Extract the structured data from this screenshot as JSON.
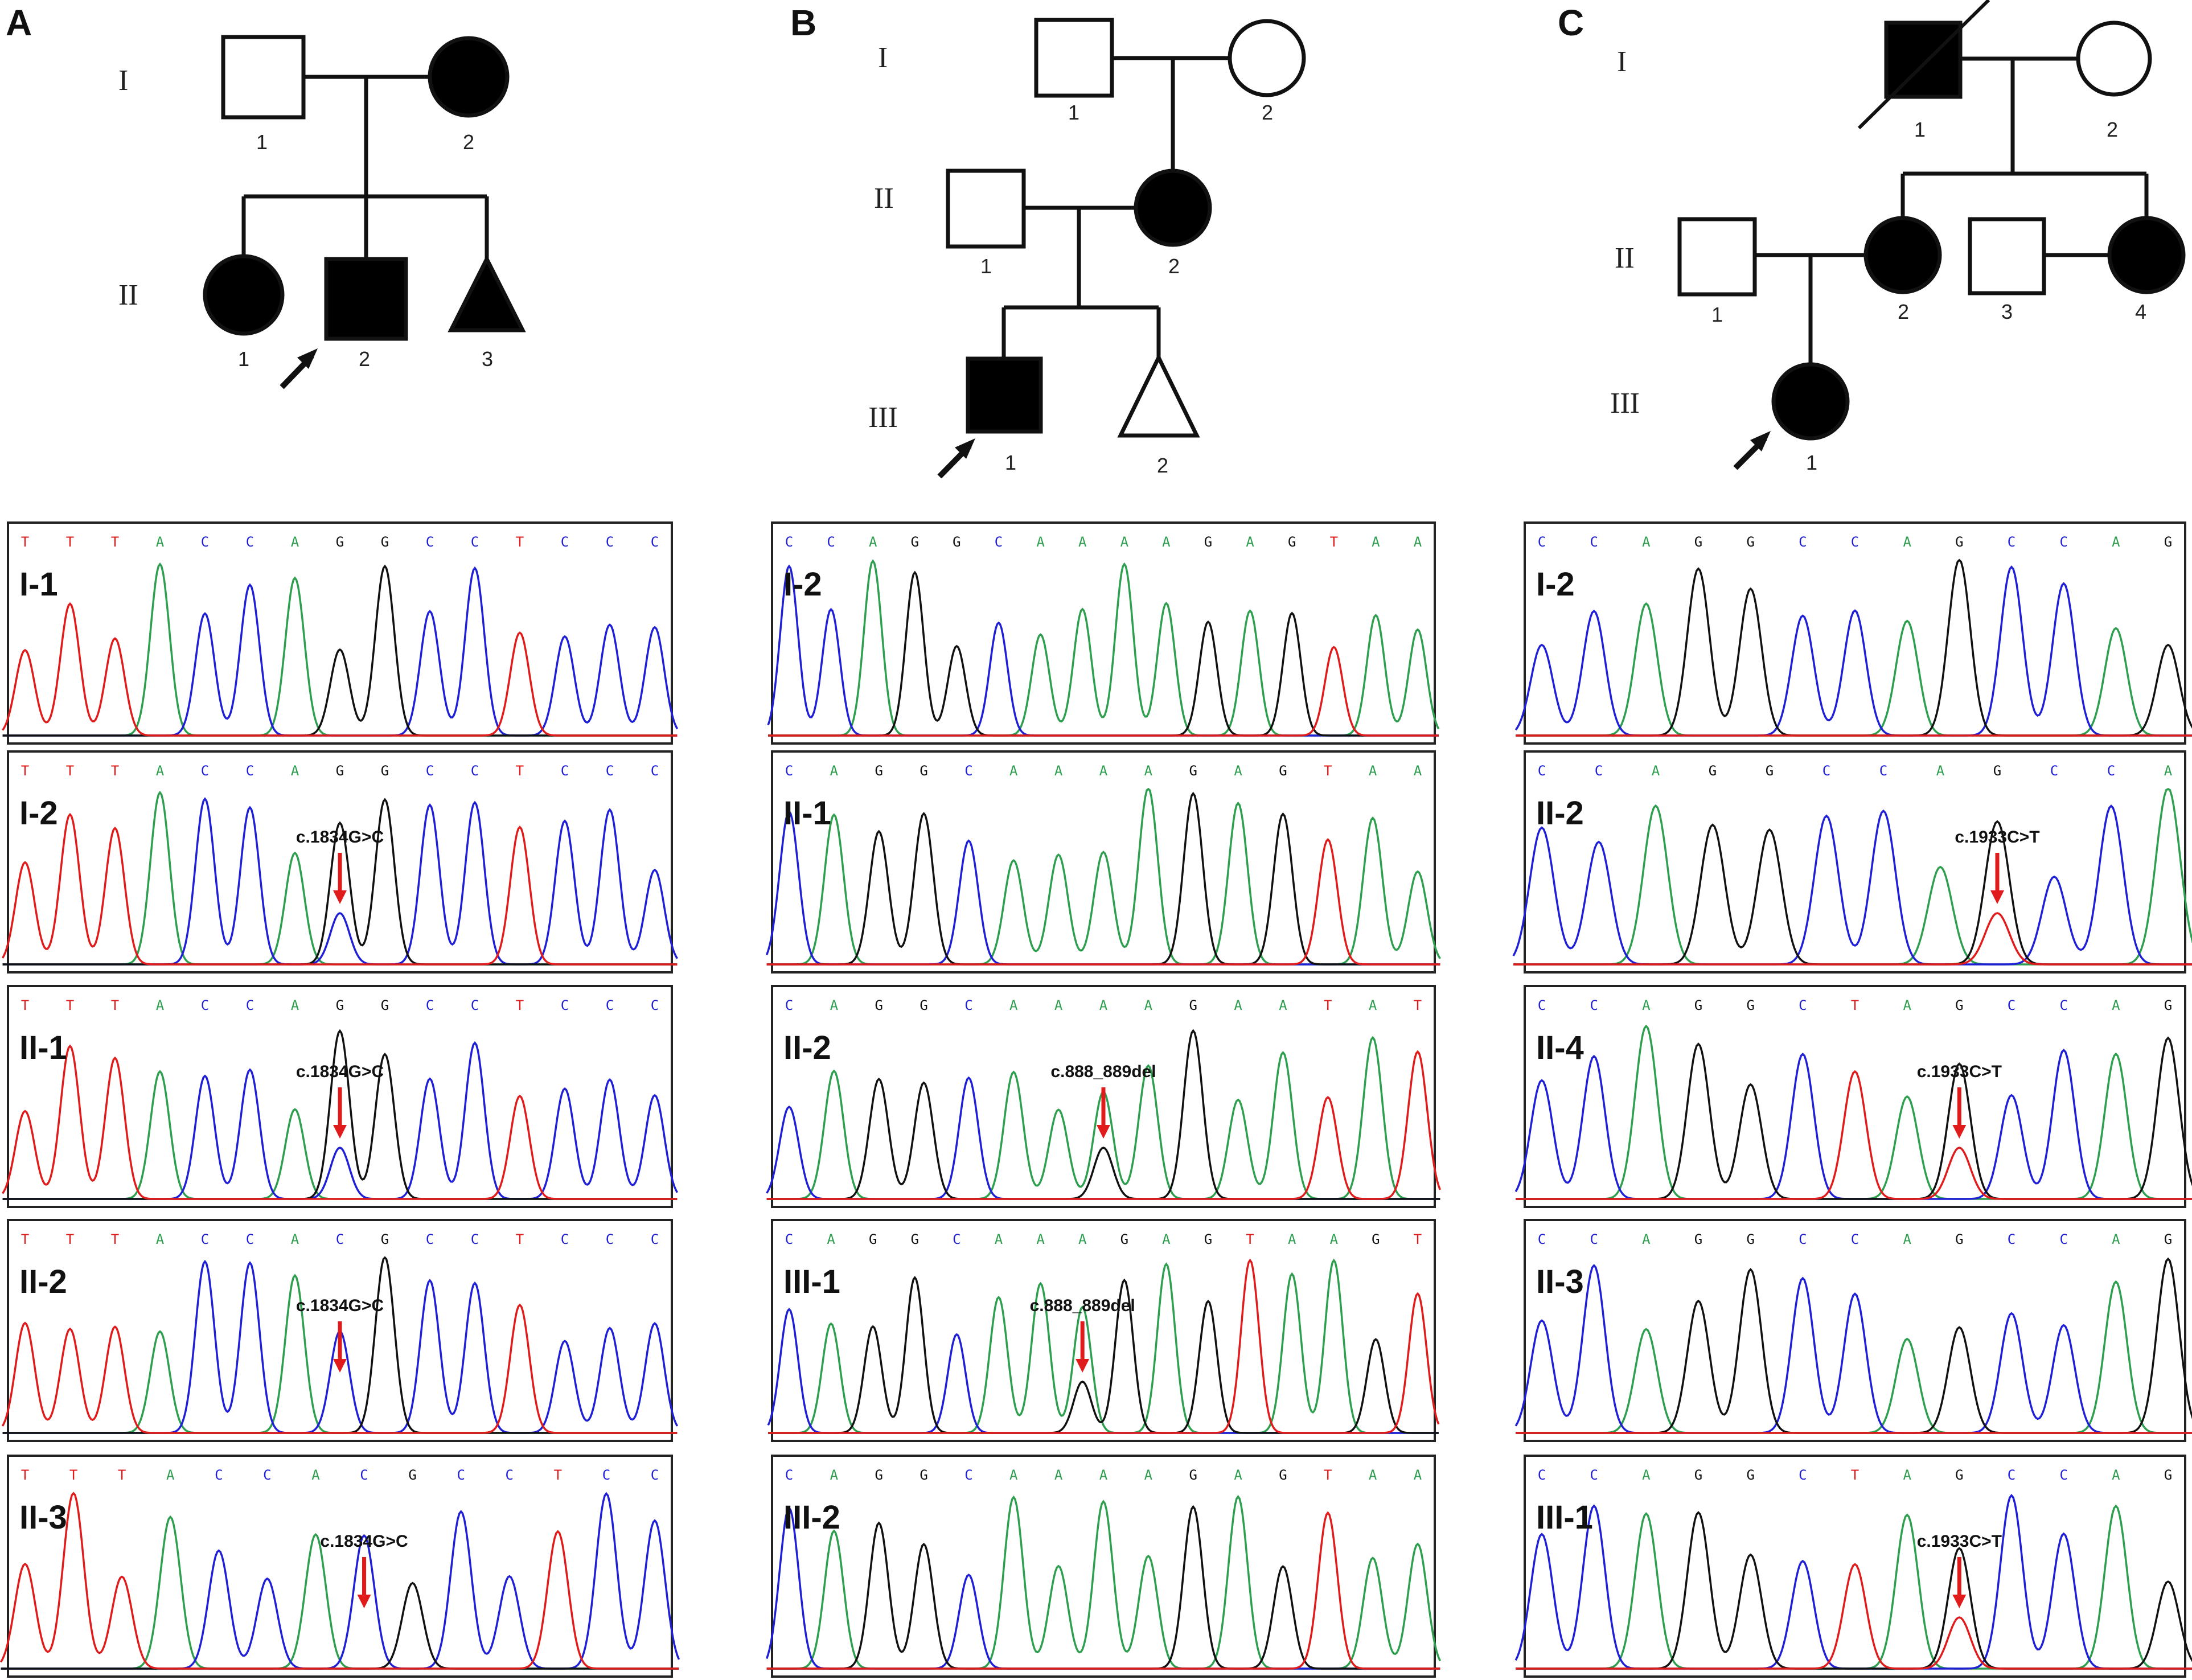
{
  "colors": {
    "A": "#2e9e4f",
    "C": "#1f1fd6",
    "G": "#111111",
    "T": "#e01b1b",
    "arrow": "#e01b1b"
  },
  "panels": [
    {
      "letter": "A",
      "generations": [
        "I",
        "II"
      ],
      "individuals": [
        {
          "id": "I-1",
          "label": "1",
          "shape": "square",
          "affected": false
        },
        {
          "id": "I-2",
          "label": "2",
          "shape": "circle",
          "affected": true
        },
        {
          "id": "II-1",
          "label": "1",
          "shape": "circle",
          "affected": true
        },
        {
          "id": "II-2",
          "label": "2",
          "shape": "square",
          "affected": true,
          "proband": true
        },
        {
          "id": "II-3",
          "label": "3",
          "shape": "triangle",
          "affected": true
        }
      ],
      "traces": [
        {
          "label": "I-1",
          "bases": "TTTACCAGGCCTCCC",
          "mutation": ""
        },
        {
          "label": "I-2",
          "bases": "TTTACCAGGCCTCCC",
          "mutation": "c.1834G>C"
        },
        {
          "label": "II-1",
          "bases": "TTTACCAGGCCTCCC",
          "mutation": "c.1834G>C"
        },
        {
          "label": "II-2",
          "bases": "TTTACCACGCCTCCC",
          "mutation": "c.1834G>C"
        },
        {
          "label": "II-3",
          "bases": "TTTACCACGCCTCC",
          "mutation": "c.1834G>C"
        }
      ]
    },
    {
      "letter": "B",
      "generations": [
        "I",
        "II",
        "III"
      ],
      "individuals": [
        {
          "id": "I-1",
          "label": "1",
          "shape": "square",
          "affected": false
        },
        {
          "id": "I-2",
          "label": "2",
          "shape": "circle",
          "affected": false
        },
        {
          "id": "II-1",
          "label": "1",
          "shape": "square",
          "affected": false
        },
        {
          "id": "II-2",
          "label": "2",
          "shape": "circle",
          "affected": true
        },
        {
          "id": "III-1",
          "label": "1",
          "shape": "square",
          "affected": true,
          "proband": true
        },
        {
          "id": "III-2",
          "label": "2",
          "shape": "triangle",
          "affected": false
        }
      ],
      "traces": [
        {
          "label": "I-2",
          "bases": "CCAGGCAAAAGAGTAA",
          "mutation": ""
        },
        {
          "label": "II-1",
          "bases": "CAGGCAAAAGAGTAA",
          "mutation": ""
        },
        {
          "label": "II-2",
          "bases": "CAGGCAAAAGAATAT",
          "mutation": "c.888_889del"
        },
        {
          "label": "III-1",
          "bases": "CAGGCAAAGAGTAAGT",
          "mutation": "c.888_889del"
        },
        {
          "label": "III-2",
          "bases": "CAGGCAAAAGAGTAA",
          "mutation": ""
        }
      ]
    },
    {
      "letter": "C",
      "generations": [
        "I",
        "II",
        "III"
      ],
      "individuals": [
        {
          "id": "I-1",
          "label": "1",
          "shape": "square",
          "affected": true,
          "deceased": true
        },
        {
          "id": "I-2",
          "label": "2",
          "shape": "circle",
          "affected": false
        },
        {
          "id": "II-1",
          "label": "1",
          "shape": "square",
          "affected": false
        },
        {
          "id": "II-2",
          "label": "2",
          "shape": "circle",
          "affected": true
        },
        {
          "id": "II-3",
          "label": "3",
          "shape": "square",
          "affected": false
        },
        {
          "id": "II-4",
          "label": "4",
          "shape": "circle",
          "affected": true
        },
        {
          "id": "III-1",
          "label": "1",
          "shape": "circle",
          "affected": true,
          "proband": true
        }
      ],
      "traces": [
        {
          "label": "I-2",
          "bases": "CCAGGCCAGCCAG",
          "mutation": ""
        },
        {
          "label": "II-2",
          "bases": "CCAGGCCAGCCA",
          "mutation": "c.1933C>T"
        },
        {
          "label": "II-4",
          "bases": "CCAGGCTAGCCAG",
          "mutation": "c.1933C>T"
        },
        {
          "label": "II-3",
          "bases": "CCAGGCCAGCCAG",
          "mutation": ""
        },
        {
          "label": "III-1",
          "bases": "CCAGGCTAGCCAG",
          "mutation": "c.1933C>T"
        }
      ]
    }
  ]
}
